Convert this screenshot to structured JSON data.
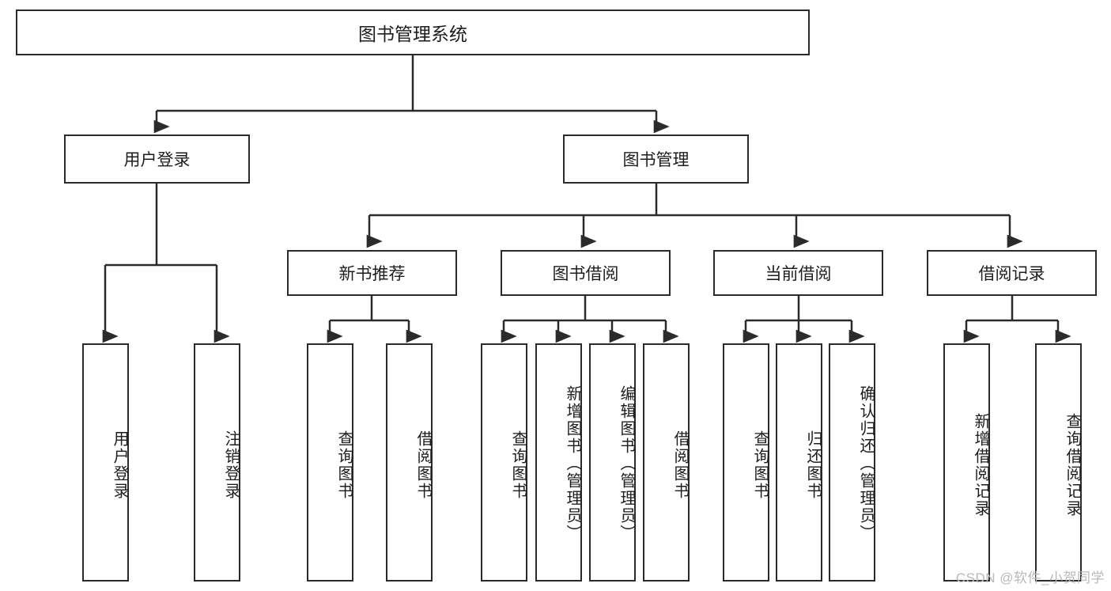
{
  "diagram": {
    "title": "图书管理系统",
    "type": "tree-hierarchy",
    "root": {
      "label": "图书管理系统"
    },
    "level2": [
      {
        "id": "user-login",
        "label": "用户登录"
      },
      {
        "id": "book-manage",
        "label": "图书管理"
      }
    ],
    "level3": [
      {
        "id": "new-book-recommend",
        "label": "新书推荐",
        "parent": "book-manage"
      },
      {
        "id": "book-borrow",
        "label": "图书借阅",
        "parent": "book-manage"
      },
      {
        "id": "current-borrow",
        "label": "当前借阅",
        "parent": "book-manage"
      },
      {
        "id": "borrow-record",
        "label": "借阅记录",
        "parent": "book-manage"
      }
    ],
    "leaves": {
      "user-login": [
        {
          "id": "leaf-user-login",
          "label": "用户登录"
        },
        {
          "id": "leaf-logout-login",
          "label": "注销登录"
        }
      ],
      "new-book-recommend": [
        {
          "id": "leaf-query-book-1",
          "label": "查询图书"
        },
        {
          "id": "leaf-borrow-book-1",
          "label": "借阅图书"
        }
      ],
      "book-borrow": [
        {
          "id": "leaf-query-book-2",
          "label": "查询图书"
        },
        {
          "id": "leaf-add-book-admin",
          "label": "新增图书（管理员）"
        },
        {
          "id": "leaf-edit-book-admin",
          "label": "编辑图书（管理员）"
        },
        {
          "id": "leaf-borrow-book-2",
          "label": "借阅图书"
        }
      ],
      "current-borrow": [
        {
          "id": "leaf-query-book-3",
          "label": "查询图书"
        },
        {
          "id": "leaf-return-book",
          "label": "归还图书"
        },
        {
          "id": "leaf-confirm-return-admin",
          "label": "确认归还（管理员）"
        }
      ],
      "borrow-record": [
        {
          "id": "leaf-add-borrow-record",
          "label": "新增借阅记录"
        },
        {
          "id": "leaf-query-borrow-record",
          "label": "查询借阅记录"
        }
      ]
    },
    "watermark": "CSDN @软件_小贺同学",
    "colors": {
      "stroke": "#2b2b2b",
      "fill": "#ffffff",
      "text": "#1d1d1d",
      "watermark": "#b9b9b9"
    }
  }
}
